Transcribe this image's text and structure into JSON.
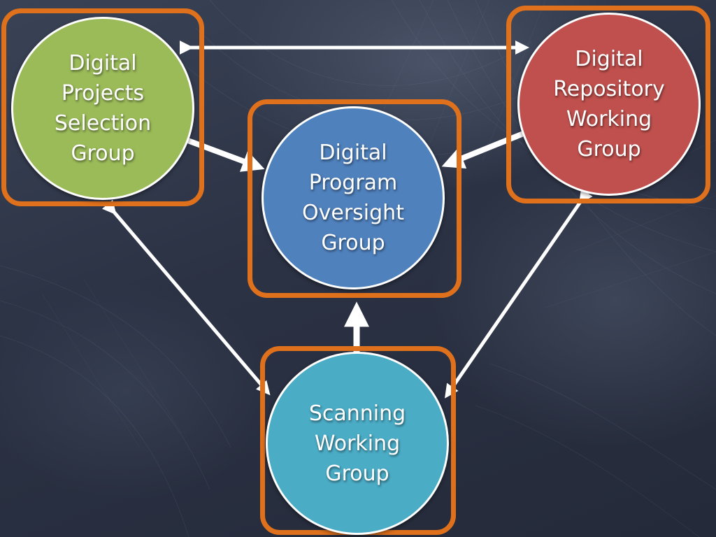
{
  "colors": {
    "frame": "#e0711c",
    "arrow": "#ffffff",
    "background": "#2a3142"
  },
  "nodes": {
    "selection": {
      "lines": [
        "Digital",
        "Projects",
        "Selection",
        "Group"
      ],
      "color": "#9bbb59"
    },
    "repository": {
      "lines": [
        "Digital",
        "Repository",
        "Working",
        "Group"
      ],
      "color": "#c0504d"
    },
    "oversight": {
      "lines": [
        "Digital",
        "Program",
        "Oversight",
        "Group"
      ],
      "color": "#4f81bd"
    },
    "scanning": {
      "lines": [
        "Scanning",
        "Working",
        "Group"
      ],
      "color": "#4bacc6"
    }
  }
}
